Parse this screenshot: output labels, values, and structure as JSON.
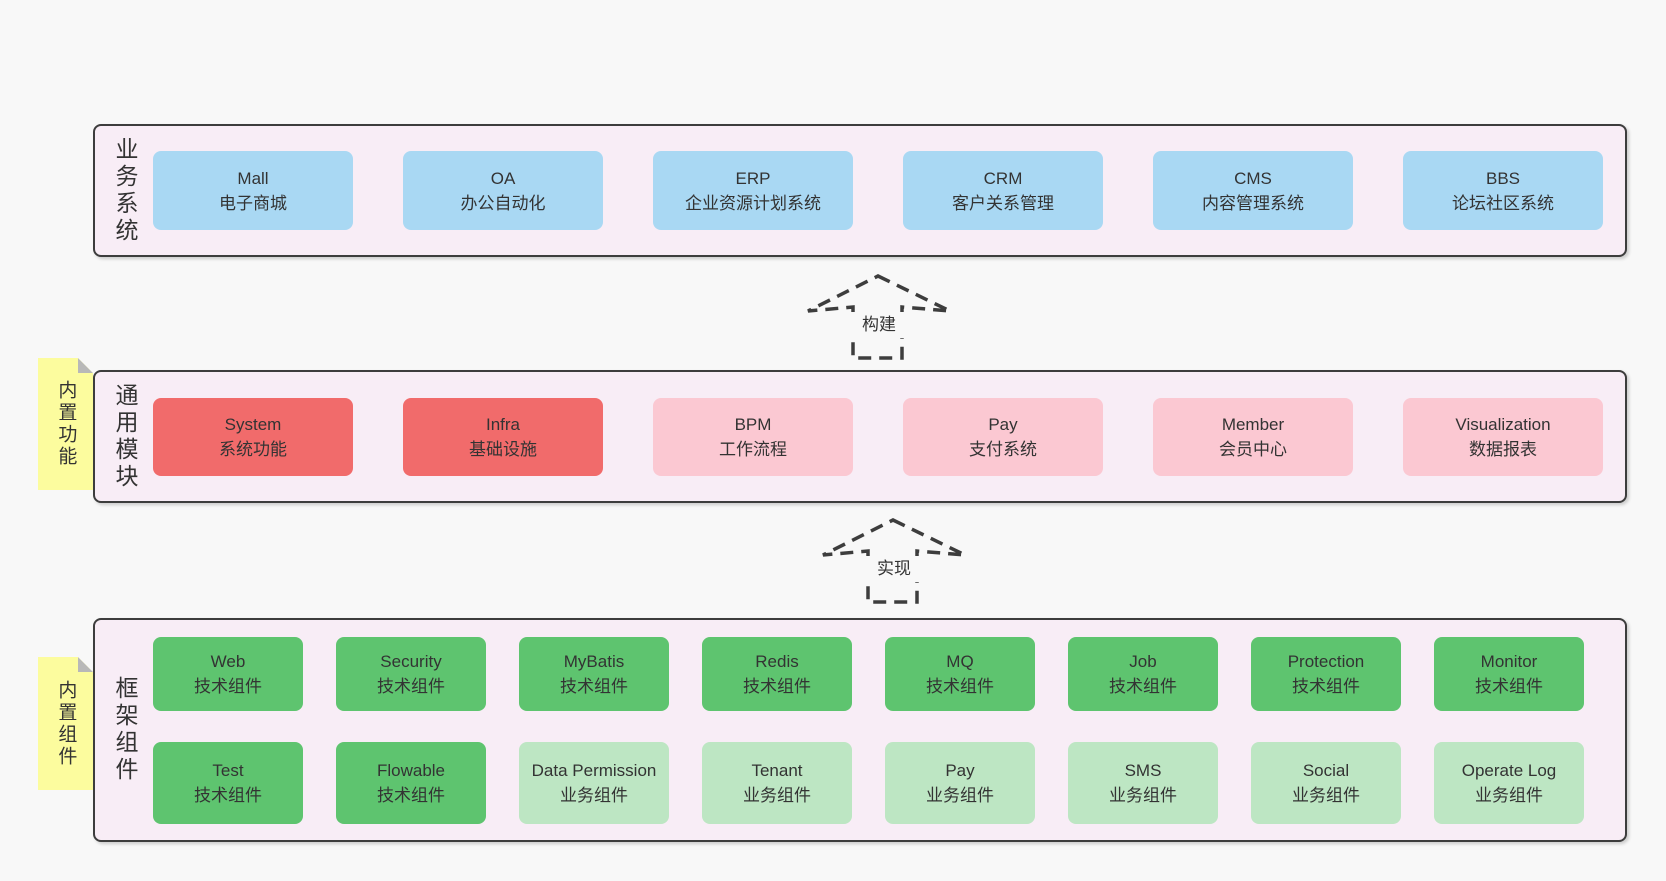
{
  "diagram": {
    "colors": {
      "background": "#f8f8f8",
      "band_fill": "#f8edf6",
      "band_border": "#3d3d3d",
      "blue": "#a9d8f3",
      "red": "#f16b6b",
      "pink": "#fbc8d2",
      "green": "#5ec46f",
      "green_light": "#bde6c3",
      "sticky_yellow": "#fcfc9e",
      "sticky_fold": "#b8b8b8",
      "text": "#333333"
    },
    "arrows": [
      {
        "label": "构建"
      },
      {
        "label": "实现"
      }
    ],
    "bands": [
      {
        "label": "业务系统",
        "boxes": [
          {
            "title": "Mall",
            "subtitle": "电子商城"
          },
          {
            "title": "OA",
            "subtitle": "办公自动化"
          },
          {
            "title": "ERP",
            "subtitle": "企业资源计划系统"
          },
          {
            "title": "CRM",
            "subtitle": "客户关系管理"
          },
          {
            "title": "CMS",
            "subtitle": "内容管理系统"
          },
          {
            "title": "BBS",
            "subtitle": "论坛社区系统"
          }
        ]
      },
      {
        "label": "通用模块",
        "sticky": "内置功能",
        "boxes": [
          {
            "title": "System",
            "subtitle": "系统功能"
          },
          {
            "title": "Infra",
            "subtitle": "基础设施"
          },
          {
            "title": "BPM",
            "subtitle": "工作流程"
          },
          {
            "title": "Pay",
            "subtitle": "支付系统"
          },
          {
            "title": "Member",
            "subtitle": "会员中心"
          },
          {
            "title": "Visualization",
            "subtitle": "数据报表"
          }
        ]
      },
      {
        "label": "框架组件",
        "sticky": "内置组件",
        "rows": [
          [
            {
              "title": "Web",
              "subtitle": "技术组件"
            },
            {
              "title": "Security",
              "subtitle": "技术组件"
            },
            {
              "title": "MyBatis",
              "subtitle": "技术组件"
            },
            {
              "title": "Redis",
              "subtitle": "技术组件"
            },
            {
              "title": "MQ",
              "subtitle": "技术组件"
            },
            {
              "title": "Job",
              "subtitle": "技术组件"
            },
            {
              "title": "Protection",
              "subtitle": "技术组件"
            },
            {
              "title": "Monitor",
              "subtitle": "技术组件"
            }
          ],
          [
            {
              "title": "Test",
              "subtitle": "技术组件"
            },
            {
              "title": "Flowable",
              "subtitle": "技术组件"
            },
            {
              "title": "Data Permission",
              "subtitle": "业务组件"
            },
            {
              "title": "Tenant",
              "subtitle": "业务组件"
            },
            {
              "title": "Pay",
              "subtitle": "业务组件"
            },
            {
              "title": "SMS",
              "subtitle": "业务组件"
            },
            {
              "title": "Social",
              "subtitle": "业务组件"
            },
            {
              "title": "Operate Log",
              "subtitle": "业务组件"
            }
          ]
        ]
      }
    ]
  }
}
